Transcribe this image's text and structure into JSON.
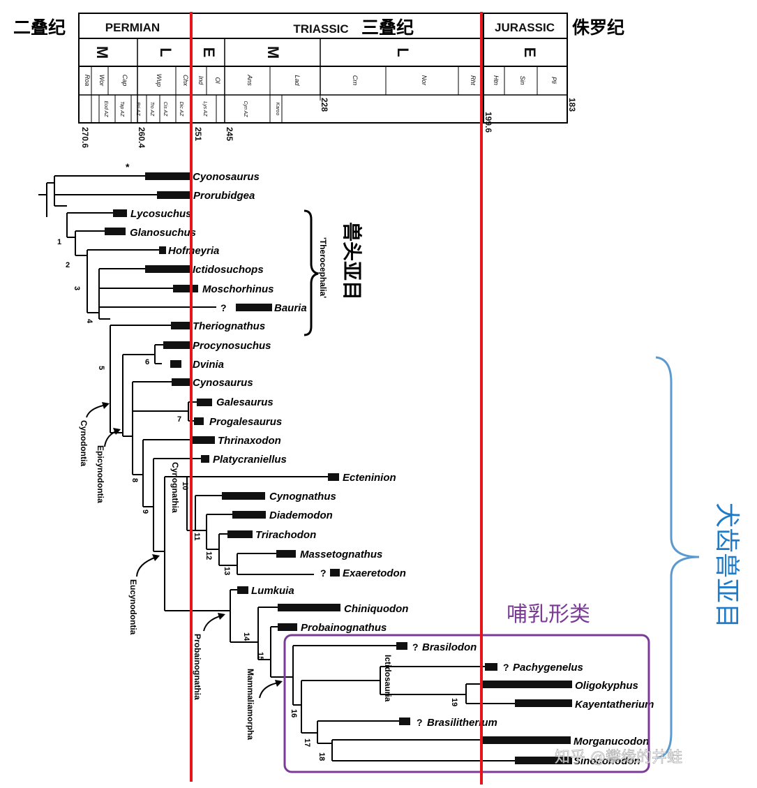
{
  "header": {
    "left_label": "二叠纪",
    "right_label": "侏罗纪",
    "periods": [
      {
        "name": "PERMIAN"
      },
      {
        "name": "TRIASSIC",
        "cn": "三叠纪"
      },
      {
        "name": "JURASSIC"
      }
    ],
    "epochs": [
      "M",
      "L",
      "E",
      "M",
      "L",
      "E"
    ],
    "stages": [
      "Roa",
      "Wor",
      "Cap",
      "Wup",
      "Chx",
      "Ind",
      "Ol",
      "Ans",
      "Lad",
      "Crn",
      "Nor",
      "Rht",
      "Htn",
      "Sin",
      "Pli"
    ],
    "zones": [
      "Eod AZ",
      "Tap AZ",
      "Pri AZ",
      "Tro AZ",
      "Cis AZ",
      "Dic AZ",
      "Lys AZ",
      "Cyn AZ",
      "Karoo"
    ],
    "ages": [
      "270.6",
      "260.4",
      "251",
      "245",
      "228",
      "199.6",
      "183"
    ]
  },
  "groups": {
    "therocephalia_cn": "兽头亚目",
    "therocephalia": "'Therocephalia'",
    "cynodontia_cn": "犬齿兽亚目",
    "mammaliaformes_cn": "哺乳形类"
  },
  "clades": {
    "cynodontia": "Cynodontia",
    "epicynodontia": "Epicynodontia",
    "eucynodontia": "Eucynodontia",
    "cynognathia": "Cynognathia",
    "probainognathia": "Probainognathia",
    "mammaliamorpha": "Mammaliamorpha",
    "ictidosauria": "Ictidosauria"
  },
  "taxa": [
    "Cyonosaurus",
    "Prorubidgea",
    "Lycosuchus",
    "Glanosuchus",
    "Hofmeyria",
    "Ictidosuchops",
    "Moschorhinus",
    "Bauria",
    "Theriognathus",
    "Procynosuchus",
    "Dvinia",
    "Cynosaurus",
    "Galesaurus",
    "Progalesaurus",
    "Thrinaxodon",
    "Platycraniellus",
    "Ecteninion",
    "Cynognathus",
    "Diademodon",
    "Trirachodon",
    "Massetognathus",
    "Exaeretodon",
    "Lumkuia",
    "Chiniquodon",
    "Probainognathus",
    "Brasilodon",
    "Pachygenelus",
    "Oligokyphus",
    "Kayentatherium",
    "Brasilitherium",
    "Morganucodon",
    "Sinoconodon"
  ],
  "nodes": [
    "1",
    "2",
    "3",
    "4",
    "5",
    "6",
    "7",
    "8",
    "9",
    "10",
    "11",
    "12",
    "13",
    "14",
    "15",
    "16",
    "17",
    "18",
    "19"
  ],
  "marks": {
    "asterisk": "*",
    "question": "?"
  },
  "watermark": "知乎 @攀缘的井蛙",
  "colors": {
    "red_line": "#e8141c",
    "purple_box": "#7a3a96",
    "blue_bracket": "#5b9ad0",
    "cynodontia_text": "#1f7ac8",
    "mammaliaformes_text": "#7a3a96"
  }
}
